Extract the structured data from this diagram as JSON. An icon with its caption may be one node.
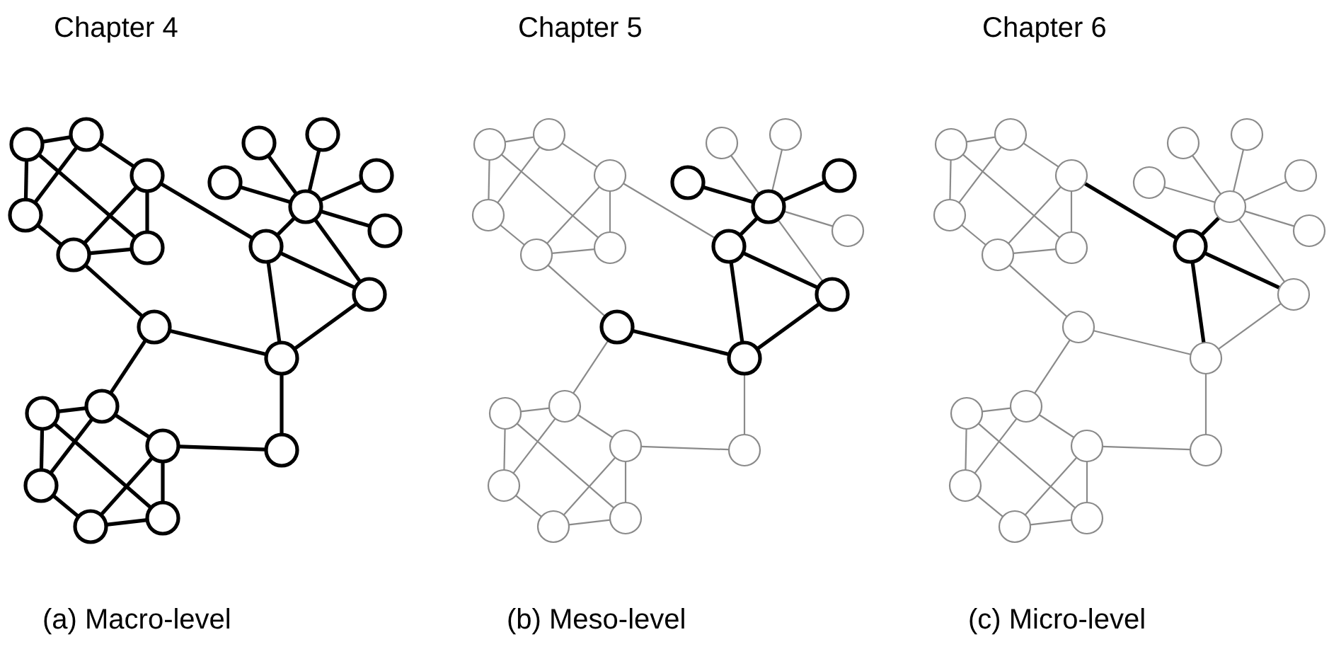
{
  "diagram": {
    "nodes": [
      {
        "text": [],
        "shape": "circle"
      },
      {
        "text": [],
        "shape": "circle"
      },
      {
        "text": [],
        "shape": "circle"
      },
      {
        "text": [],
        "shape": "circle"
      },
      {
        "text": [],
        "shape": "circle"
      },
      {
        "text": [],
        "shape": "circle"
      },
      {
        "text": [],
        "shape": "circle"
      },
      {
        "text": [],
        "shape": "circle"
      },
      {
        "text": [],
        "shape": "circle"
      },
      {
        "text": [],
        "shape": "circle"
      },
      {
        "text": [],
        "shape": "circle"
      },
      {
        "text": [],
        "shape": "circle"
      },
      {
        "text": [],
        "shape": "circle"
      },
      {
        "text": [],
        "shape": "circle"
      },
      {
        "text": [],
        "shape": "circle"
      },
      {
        "text": [],
        "shape": "circle"
      },
      {
        "text": [],
        "shape": "circle"
      },
      {
        "text": [],
        "shape": "circle"
      },
      {
        "text": [],
        "shape": "circle"
      },
      {
        "text": [],
        "shape": "circle"
      },
      {
        "text": [],
        "shape": "circle"
      },
      {
        "text": [],
        "shape": "circle"
      },
      {
        "text": [],
        "shape": "circle"
      },
      {
        "text": [],
        "shape": "circle"
      },
      {
        "text": [],
        "shape": "circle"
      },
      {
        "text": [],
        "shape": "circle"
      },
      {
        "text": [],
        "shape": "circle"
      },
      {
        "text": [],
        "shape": "circle"
      },
      {
        "text": [],
        "shape": "circle"
      },
      {
        "text": [],
        "shape": "circle"
      },
      {
        "text": [],
        "shape": "circle"
      },
      {
        "text": [],
        "shape": "circle"
      },
      {
        "text": [],
        "shape": "circle"
      },
      {
        "text": [],
        "shape": "circle"
      },
      {
        "text": [],
        "shape": "circle"
      },
      {
        "text": [],
        "shape": "circle"
      },
      {
        "text": [],
        "shape": "circle"
      },
      {
        "text": [],
        "shape": "circle"
      },
      {
        "text": [],
        "shape": "circle"
      },
      {
        "text": [],
        "shape": "circle"
      },
      {
        "text": [],
        "shape": "circle"
      },
      {
        "text": [],
        "shape": "circle"
      },
      {
        "text": [],
        "shape": "circle"
      },
      {
        "text": [],
        "shape": "circle"
      },
      {
        "text": [],
        "shape": "circle"
      },
      {
        "text": [],
        "shape": "circle"
      },
      {
        "text": [],
        "shape": "circle"
      },
      {
        "text": [],
        "shape": "circle"
      },
      {
        "text": [],
        "shape": "circle"
      },
      {
        "text": [],
        "shape": "circle"
      },
      {
        "text": [],
        "shape": "circle"
      },
      {
        "text": [],
        "shape": "circle"
      },
      {
        "text": [],
        "shape": "circle"
      },
      {
        "text": [],
        "shape": "circle"
      },
      {
        "text": [],
        "shape": "circle"
      },
      {
        "text": [],
        "shape": "circle"
      },
      {
        "text": [],
        "shape": "circle"
      },
      {
        "text": [],
        "shape": "circle"
      },
      {
        "text": [],
        "shape": "circle"
      },
      {
        "text": [],
        "shape": "circle"
      },
      {
        "text": [],
        "shape": "circle"
      },
      {
        "text": [],
        "shape": "circle"
      },
      {
        "text": [],
        "shape": "circle"
      },
      {
        "text": [],
        "shape": "circle"
      },
      {
        "text": [],
        "shape": "circle"
      },
      {
        "text": [],
        "shape": "circle"
      },
      {
        "text": [],
        "shape": "circle"
      },
      {
        "text": [],
        "shape": "circle"
      },
      {
        "text": [],
        "shape": "circle"
      }
    ],
    "edges": [
      {
        "from": 0,
        "to": 1,
        "arrow": "none",
        "style": "thick",
        "color": "#000000"
      },
      {
        "from": 0,
        "to": 3,
        "arrow": "none",
        "style": "thick",
        "color": "#000000"
      },
      {
        "from": 0,
        "to": 5,
        "arrow": "none",
        "style": "thick",
        "color": "#000000"
      },
      {
        "from": 1,
        "to": 3,
        "arrow": "none",
        "style": "thick",
        "color": "#000000"
      },
      {
        "from": 1,
        "to": 2,
        "arrow": "none",
        "style": "thick",
        "color": "#000000"
      },
      {
        "from": 2,
        "to": 4,
        "arrow": "none",
        "style": "thick",
        "color": "#000000"
      },
      {
        "from": 2,
        "to": 5,
        "arrow": "none",
        "style": "thick",
        "color": "#000000"
      },
      {
        "from": 3,
        "to": 4,
        "arrow": "none",
        "style": "thick",
        "color": "#000000"
      },
      {
        "from": 4,
        "to": 5,
        "arrow": "none",
        "style": "thick",
        "color": "#000000"
      },
      {
        "from": 4,
        "to": 14,
        "arrow": "none",
        "style": "thick",
        "color": "#000000"
      },
      {
        "from": 2,
        "to": 12,
        "arrow": "none",
        "style": "thick",
        "color": "#000000"
      },
      {
        "from": 10,
        "to": 6,
        "arrow": "none",
        "style": "thick",
        "color": "#000000"
      },
      {
        "from": 10,
        "to": 7,
        "arrow": "none",
        "style": "thick",
        "color": "#000000"
      },
      {
        "from": 10,
        "to": 8,
        "arrow": "none",
        "style": "thick",
        "color": "#000000"
      },
      {
        "from": 10,
        "to": 9,
        "arrow": "none",
        "style": "thick",
        "color": "#000000"
      },
      {
        "from": 10,
        "to": 11,
        "arrow": "none",
        "style": "thick",
        "color": "#000000"
      },
      {
        "from": 10,
        "to": 12,
        "arrow": "none",
        "style": "thick",
        "color": "#000000"
      },
      {
        "from": 10,
        "to": 13,
        "arrow": "none",
        "style": "thick",
        "color": "#000000"
      },
      {
        "from": 12,
        "to": 13,
        "arrow": "none",
        "style": "thick",
        "color": "#000000"
      },
      {
        "from": 12,
        "to": 15,
        "arrow": "none",
        "style": "thick",
        "color": "#000000"
      },
      {
        "from": 13,
        "to": 15,
        "arrow": "none",
        "style": "thick",
        "color": "#000000"
      },
      {
        "from": 14,
        "to": 15,
        "arrow": "none",
        "style": "thick",
        "color": "#000000"
      },
      {
        "from": 15,
        "to": 19,
        "arrow": "none",
        "style": "thick",
        "color": "#000000"
      },
      {
        "from": 14,
        "to": 17,
        "arrow": "none",
        "style": "thick",
        "color": "#000000"
      },
      {
        "from": 16,
        "to": 17,
        "arrow": "none",
        "style": "thick",
        "color": "#000000"
      },
      {
        "from": 16,
        "to": 20,
        "arrow": "none",
        "style": "thick",
        "color": "#000000"
      },
      {
        "from": 16,
        "to": 22,
        "arrow": "none",
        "style": "thick",
        "color": "#000000"
      },
      {
        "from": 17,
        "to": 20,
        "arrow": "none",
        "style": "thick",
        "color": "#000000"
      },
      {
        "from": 17,
        "to": 18,
        "arrow": "none",
        "style": "thick",
        "color": "#000000"
      },
      {
        "from": 18,
        "to": 21,
        "arrow": "none",
        "style": "thick",
        "color": "#000000"
      },
      {
        "from": 18,
        "to": 22,
        "arrow": "none",
        "style": "thick",
        "color": "#000000"
      },
      {
        "from": 20,
        "to": 21,
        "arrow": "none",
        "style": "thick",
        "color": "#000000"
      },
      {
        "from": 21,
        "to": 22,
        "arrow": "none",
        "style": "thick",
        "color": "#000000"
      },
      {
        "from": 18,
        "to": 19,
        "arrow": "none",
        "style": "thick",
        "color": "#000000"
      },
      {
        "from": 23,
        "to": 24,
        "arrow": "none"
      },
      {
        "from": 23,
        "to": 26,
        "arrow": "none"
      },
      {
        "from": 23,
        "to": 28,
        "arrow": "none"
      },
      {
        "from": 24,
        "to": 26,
        "arrow": "none"
      },
      {
        "from": 24,
        "to": 25,
        "arrow": "none"
      },
      {
        "from": 25,
        "to": 27,
        "arrow": "none"
      },
      {
        "from": 25,
        "to": 28,
        "arrow": "none"
      },
      {
        "from": 26,
        "to": 27,
        "arrow": "none"
      },
      {
        "from": 27,
        "to": 28,
        "arrow": "none"
      },
      {
        "from": 27,
        "to": 37,
        "arrow": "none"
      },
      {
        "from": 25,
        "to": 35,
        "arrow": "none"
      },
      {
        "from": 33,
        "to": 29,
        "arrow": "none"
      },
      {
        "from": 33,
        "to": 30,
        "arrow": "none"
      },
      {
        "from": 33,
        "to": 31,
        "arrow": "none",
        "style": "thick",
        "color": "#000000"
      },
      {
        "from": 33,
        "to": 32,
        "arrow": "none",
        "style": "thick",
        "color": "#000000"
      },
      {
        "from": 33,
        "to": 34,
        "arrow": "none"
      },
      {
        "from": 33,
        "to": 35,
        "arrow": "none",
        "style": "thick",
        "color": "#000000"
      },
      {
        "from": 33,
        "to": 36,
        "arrow": "none"
      },
      {
        "from": 35,
        "to": 36,
        "arrow": "none",
        "style": "thick",
        "color": "#000000"
      },
      {
        "from": 35,
        "to": 38,
        "arrow": "none",
        "style": "thick",
        "color": "#000000"
      },
      {
        "from": 36,
        "to": 38,
        "arrow": "none",
        "style": "thick",
        "color": "#000000"
      },
      {
        "from": 37,
        "to": 38,
        "arrow": "none",
        "style": "thick",
        "color": "#000000"
      },
      {
        "from": 38,
        "to": 42,
        "arrow": "none"
      },
      {
        "from": 37,
        "to": 40,
        "arrow": "none"
      },
      {
        "from": 39,
        "to": 40,
        "arrow": "none"
      },
      {
        "from": 39,
        "to": 43,
        "arrow": "none"
      },
      {
        "from": 39,
        "to": 45,
        "arrow": "none"
      },
      {
        "from": 40,
        "to": 43,
        "arrow": "none"
      },
      {
        "from": 40,
        "to": 41,
        "arrow": "none"
      },
      {
        "from": 41,
        "to": 44,
        "arrow": "none"
      },
      {
        "from": 41,
        "to": 45,
        "arrow": "none"
      },
      {
        "from": 43,
        "to": 44,
        "arrow": "none"
      },
      {
        "from": 44,
        "to": 45,
        "arrow": "none"
      },
      {
        "from": 41,
        "to": 42,
        "arrow": "none"
      },
      {
        "from": 46,
        "to": 47,
        "arrow": "none"
      },
      {
        "from": 46,
        "to": 49,
        "arrow": "none"
      },
      {
        "from": 46,
        "to": 51,
        "arrow": "none"
      },
      {
        "from": 47,
        "to": 49,
        "arrow": "none"
      },
      {
        "from": 47,
        "to": 48,
        "arrow": "none"
      },
      {
        "from": 48,
        "to": 50,
        "arrow": "none"
      },
      {
        "from": 48,
        "to": 51,
        "arrow": "none"
      },
      {
        "from": 49,
        "to": 50,
        "arrow": "none"
      },
      {
        "from": 50,
        "to": 51,
        "arrow": "none"
      },
      {
        "from": 50,
        "to": 60,
        "arrow": "none"
      },
      {
        "from": 48,
        "to": 58,
        "arrow": "none",
        "style": "thick",
        "color": "#000000"
      },
      {
        "from": 56,
        "to": 52,
        "arrow": "none"
      },
      {
        "from": 56,
        "to": 53,
        "arrow": "none"
      },
      {
        "from": 56,
        "to": 54,
        "arrow": "none"
      },
      {
        "from": 56,
        "to": 55,
        "arrow": "none"
      },
      {
        "from": 56,
        "to": 57,
        "arrow": "none"
      },
      {
        "from": 56,
        "to": 58,
        "arrow": "none",
        "style": "thick",
        "color": "#000000"
      },
      {
        "from": 56,
        "to": 59,
        "arrow": "none"
      },
      {
        "from": 58,
        "to": 59,
        "arrow": "none",
        "style": "thick",
        "color": "#000000"
      },
      {
        "from": 58,
        "to": 61,
        "arrow": "none",
        "style": "thick",
        "color": "#000000"
      },
      {
        "from": 59,
        "to": 61,
        "arrow": "none"
      },
      {
        "from": 60,
        "to": 61,
        "arrow": "none"
      },
      {
        "from": 61,
        "to": 65,
        "arrow": "none"
      },
      {
        "from": 60,
        "to": 63,
        "arrow": "none"
      },
      {
        "from": 62,
        "to": 63,
        "arrow": "none"
      },
      {
        "from": 62,
        "to": 66,
        "arrow": "none"
      },
      {
        "from": 62,
        "to": 68,
        "arrow": "none"
      },
      {
        "from": 63,
        "to": 66,
        "arrow": "none"
      },
      {
        "from": 63,
        "to": 64,
        "arrow": "none"
      },
      {
        "from": 64,
        "to": 67,
        "arrow": "none"
      },
      {
        "from": 64,
        "to": 68,
        "arrow": "none"
      },
      {
        "from": 66,
        "to": 67,
        "arrow": "none"
      },
      {
        "from": 67,
        "to": 68,
        "arrow": "none"
      },
      {
        "from": 64,
        "to": 65,
        "arrow": "none"
      }
    ],
    "labels": [
      "Chapter 4",
      "Chapter 5",
      "Chapter 6",
      "(a) Macro-level",
      "(b) Meso-level",
      "(c) Micro-level"
    ]
  }
}
